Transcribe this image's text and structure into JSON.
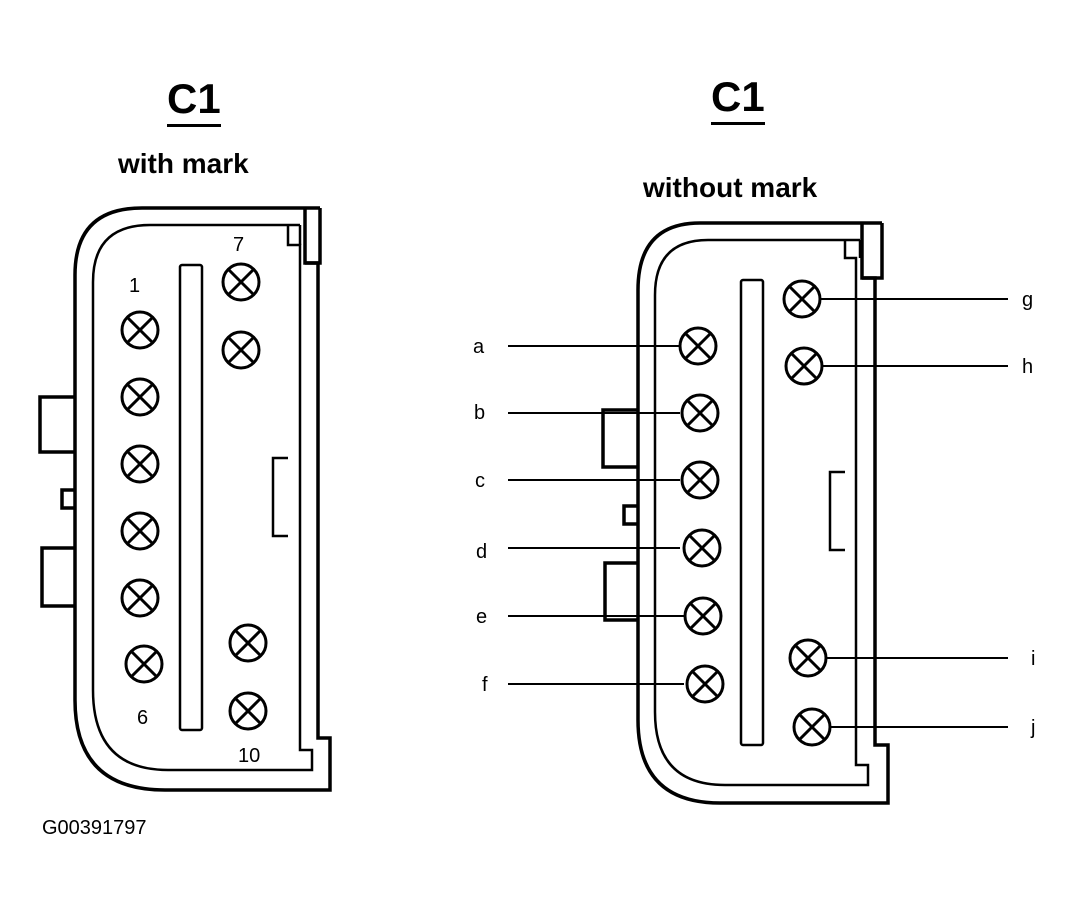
{
  "left_connector": {
    "heading": "C1",
    "subheading": "with mark",
    "pin_labels": {
      "first": "1",
      "sixth": "6",
      "seventh": "7",
      "tenth": "10"
    }
  },
  "right_connector": {
    "heading": "C1",
    "subheading": "without mark",
    "callouts": [
      "a",
      "b",
      "c",
      "d",
      "e",
      "f",
      "g",
      "h",
      "i",
      "j"
    ]
  },
  "figure_id": "G00391797"
}
